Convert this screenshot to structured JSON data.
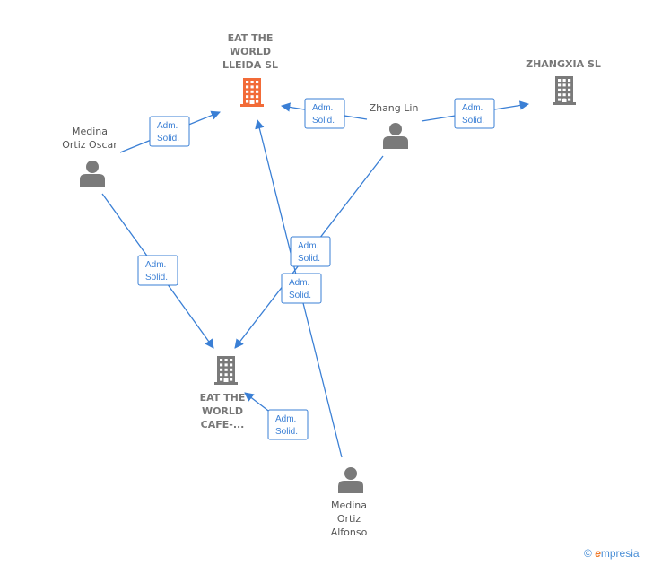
{
  "colors": {
    "edge": "#3a7fd5",
    "company_highlight": "#f26b38",
    "company": "#7a7a7a",
    "person": "#7a7a7a"
  },
  "nodes": [
    {
      "id": "eat_lleida",
      "type": "company",
      "highlight": true,
      "label": [
        "EAT THE",
        "WORLD",
        "LLEIDA  SL"
      ],
      "icon": "building-icon"
    },
    {
      "id": "zhangxia",
      "type": "company",
      "highlight": false,
      "label": [
        "ZHANGXIA  SL"
      ],
      "icon": "building-icon"
    },
    {
      "id": "eat_cafe",
      "type": "company",
      "highlight": false,
      "label": [
        "EAT THE",
        "WORLD",
        "CAFE-..."
      ],
      "icon": "building-icon"
    },
    {
      "id": "zhang_lin",
      "type": "person",
      "label": [
        "Zhang Lin"
      ],
      "icon": "person-icon"
    },
    {
      "id": "medina_oscar",
      "type": "person",
      "label": [
        "Medina",
        "Ortiz Oscar"
      ],
      "icon": "person-icon"
    },
    {
      "id": "medina_alfonso",
      "type": "person",
      "label": [
        "Medina",
        "Ortiz",
        "Alfonso"
      ],
      "icon": "person-icon"
    }
  ],
  "edges": [
    {
      "from": "medina_oscar",
      "to": "eat_lleida",
      "label": [
        "Adm.",
        "Solid."
      ]
    },
    {
      "from": "zhang_lin",
      "to": "eat_lleida",
      "label": [
        "Adm.",
        "Solid."
      ]
    },
    {
      "from": "zhang_lin",
      "to": "zhangxia",
      "label": [
        "Adm.",
        "Solid."
      ]
    },
    {
      "from": "zhang_lin",
      "to": "eat_cafe",
      "label": [
        "Adm.",
        "Solid."
      ]
    },
    {
      "from": "medina_oscar",
      "to": "eat_cafe",
      "label": [
        "Adm.",
        "Solid."
      ]
    },
    {
      "from": "medina_alfonso",
      "to": "eat_lleida",
      "label": [
        "Adm.",
        "Solid."
      ]
    },
    {
      "from": "medina_alfonso",
      "to": "eat_cafe",
      "label": [
        "Adm.",
        "Solid."
      ]
    }
  ],
  "watermark": {
    "symbol": "©",
    "brand_initial": "e",
    "brand_rest": "mpresia"
  }
}
